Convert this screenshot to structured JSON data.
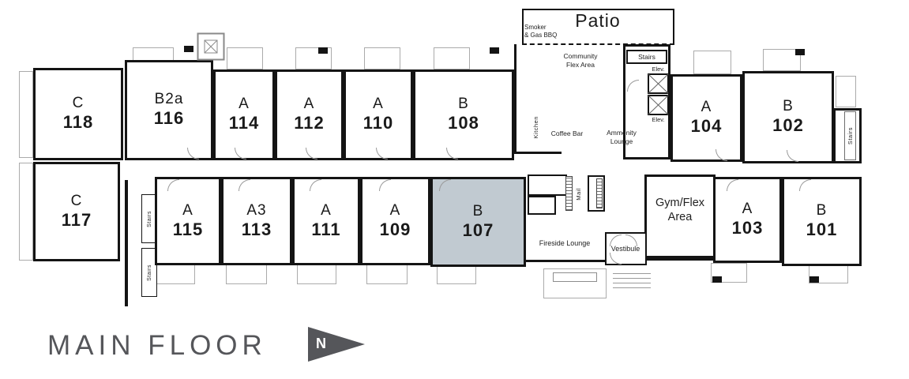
{
  "floor": {
    "title": "MAIN FLOOR"
  },
  "compass": {
    "label": "N"
  },
  "colors": {
    "highlight": "#c1cad1",
    "wall": "#141414",
    "title_gray": "#55565a"
  },
  "units": [
    {
      "id": "118",
      "type": "C",
      "number": "118",
      "highlighted": false
    },
    {
      "id": "116",
      "type": "B2a",
      "number": "116",
      "highlighted": false
    },
    {
      "id": "114",
      "type": "A",
      "number": "114",
      "highlighted": false
    },
    {
      "id": "112",
      "type": "A",
      "number": "112",
      "highlighted": false
    },
    {
      "id": "110",
      "type": "A",
      "number": "110",
      "highlighted": false
    },
    {
      "id": "108",
      "type": "B",
      "number": "108",
      "highlighted": false
    },
    {
      "id": "104",
      "type": "A",
      "number": "104",
      "highlighted": false
    },
    {
      "id": "102",
      "type": "B",
      "number": "102",
      "highlighted": false
    },
    {
      "id": "117",
      "type": "C",
      "number": "117",
      "highlighted": false
    },
    {
      "id": "115",
      "type": "A",
      "number": "115",
      "highlighted": false
    },
    {
      "id": "113",
      "type": "A3",
      "number": "113",
      "highlighted": false
    },
    {
      "id": "111",
      "type": "A",
      "number": "111",
      "highlighted": false
    },
    {
      "id": "109",
      "type": "A",
      "number": "109",
      "highlighted": false
    },
    {
      "id": "107",
      "type": "B",
      "number": "107",
      "highlighted": true
    },
    {
      "id": "103",
      "type": "A",
      "number": "103",
      "highlighted": false
    },
    {
      "id": "101",
      "type": "B",
      "number": "101",
      "highlighted": false
    }
  ],
  "labels": {
    "patio": "Patio",
    "smoker_bbq": "Smoker\n& Gas BBQ",
    "community_flex": "Community\nFlex Area",
    "kitchen": "Kitchen",
    "coffee_bar": "Coffee Bar",
    "amenity_lounge": "Ammenity\nLounge",
    "stairs": "Stairs",
    "elevator": "Elev.",
    "mail": "Mail",
    "fireside_lounge": "Fireside Lounge",
    "vestibule": "Vestibule",
    "gym_flex": "Gym/Flex\nArea"
  }
}
